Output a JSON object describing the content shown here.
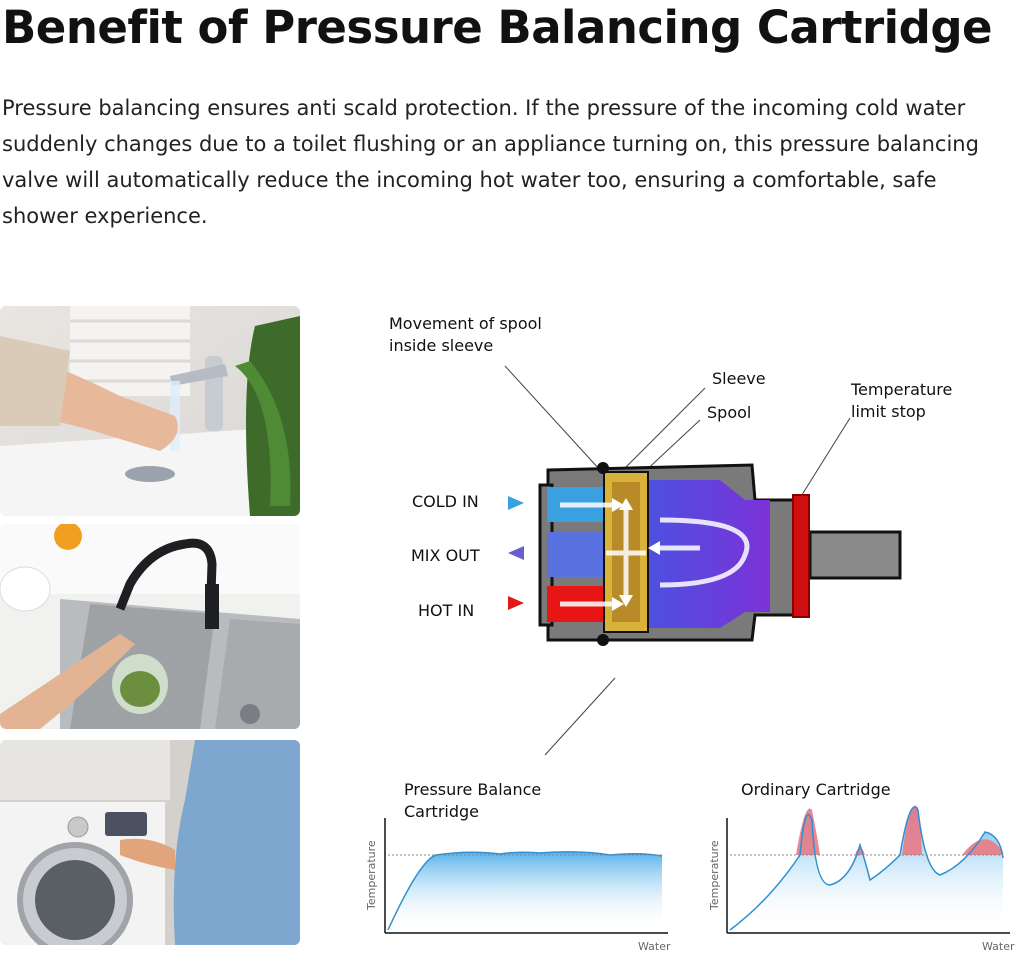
{
  "page": {
    "title": "Benefit of Pressure Balancing Cartridge",
    "intro": "Pressure balancing ensures anti scald protection.  If the pressure of the incoming cold water suddenly changes due to a toilet flushing or an appliance turning on, this pressure balancing valve will automatically reduce the incoming hot water too, ensuring a comfortable, safe shower experience."
  },
  "photos": [
    {
      "name": "hand-washing-photo"
    },
    {
      "name": "kitchen-sink-photo"
    },
    {
      "name": "washing-machine-photo"
    }
  ],
  "diagram": {
    "callouts": {
      "movement_line1": "Movement of spool",
      "movement_line2": "inside sleeve",
      "sleeve": "Sleeve",
      "spool": "Spool",
      "temp_line1": "Temperature",
      "temp_line2": "limit stop"
    },
    "ports": {
      "cold_in": "COLD IN",
      "mix_out": "MIX OUT",
      "hot_in": "HOT IN"
    },
    "colors": {
      "cold": "#3aa0e0",
      "mix": "#6a5fd0",
      "hot": "#e01818",
      "body": "#7a7a7a",
      "spool": "#d9b23a",
      "chamber": "#5a3fd8",
      "limit_stop": "#d01010"
    }
  },
  "graphs": {
    "pressure_balance": {
      "title_line1": "Pressure Balance",
      "title_line2": "Cartridge",
      "ylabel": "Temperature",
      "xlabel": "Water"
    },
    "ordinary": {
      "title": "Ordinary Cartridge",
      "ylabel": "Temperature",
      "xlabel": "Water"
    }
  }
}
